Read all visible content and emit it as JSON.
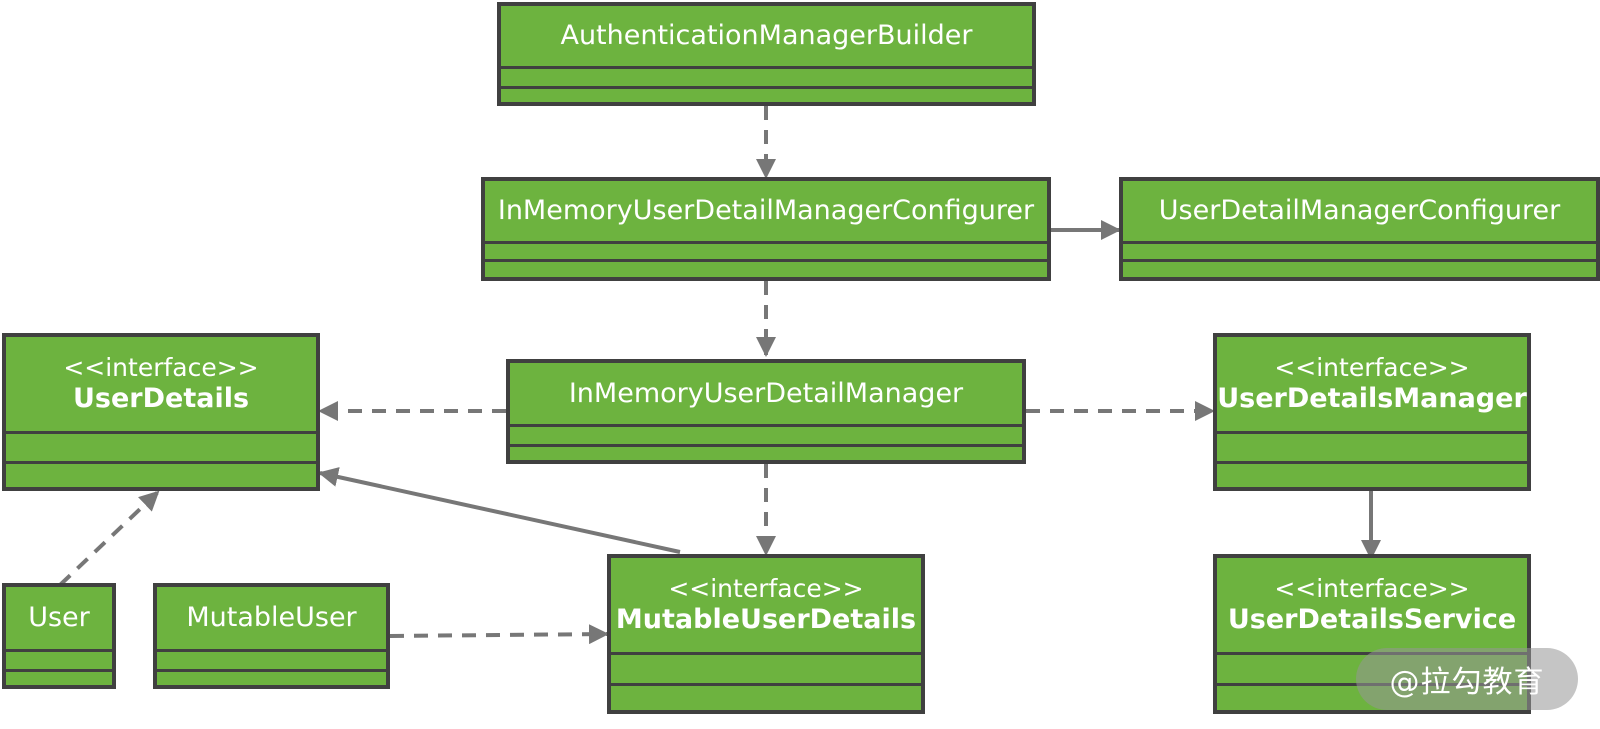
{
  "diagram": {
    "classes": [
      {
        "id": "authentication-manager-builder",
        "stereotype": "",
        "name": "AuthenticationManagerBuilder",
        "bold": false
      },
      {
        "id": "in-memory-user-detail-manager-configurer",
        "stereotype": "",
        "name": "InMemoryUserDetailManagerConfigurer",
        "bold": false
      },
      {
        "id": "user-detail-manager-configurer",
        "stereotype": "",
        "name": "UserDetailManagerConfigurer",
        "bold": false
      },
      {
        "id": "user-details",
        "stereotype": "<<interface>>",
        "name": "UserDetails",
        "bold": true
      },
      {
        "id": "in-memory-user-detail-manager",
        "stereotype": "",
        "name": "InMemoryUserDetailManager",
        "bold": false
      },
      {
        "id": "user-details-manager",
        "stereotype": "<<interface>>",
        "name": "UserDetailsManager",
        "bold": true
      },
      {
        "id": "user",
        "stereotype": "",
        "name": "User",
        "bold": false
      },
      {
        "id": "mutable-user",
        "stereotype": "",
        "name": "MutableUser",
        "bold": false
      },
      {
        "id": "mutable-user-details",
        "stereotype": "<<interface>>",
        "name": "MutableUserDetails",
        "bold": true
      },
      {
        "id": "user-details-service",
        "stereotype": "<<interface>>",
        "name": "UserDetailsService",
        "bold": true
      }
    ],
    "relations": [
      {
        "from": "authentication-manager-builder",
        "to": "in-memory-user-detail-manager-configurer",
        "style": "dashed"
      },
      {
        "from": "in-memory-user-detail-manager-configurer",
        "to": "user-detail-manager-configurer",
        "style": "solid"
      },
      {
        "from": "in-memory-user-detail-manager-configurer",
        "to": "in-memory-user-detail-manager",
        "style": "dashed"
      },
      {
        "from": "in-memory-user-detail-manager",
        "to": "user-details",
        "style": "dashed"
      },
      {
        "from": "in-memory-user-detail-manager",
        "to": "user-details-manager",
        "style": "dashed"
      },
      {
        "from": "in-memory-user-detail-manager",
        "to": "mutable-user-details",
        "style": "dashed"
      },
      {
        "from": "user-details-manager",
        "to": "user-details-service",
        "style": "solid"
      },
      {
        "from": "mutable-user-details",
        "to": "user-details",
        "style": "solid"
      },
      {
        "from": "user",
        "to": "user-details",
        "style": "dashed"
      },
      {
        "from": "mutable-user",
        "to": "mutable-user-details",
        "style": "dashed"
      }
    ]
  },
  "watermark": {
    "text": "@拉勾教育"
  },
  "colors": {
    "class_fill": "#6db33f",
    "class_border": "#404040",
    "connector": "#777777",
    "text": "#ffffff"
  }
}
